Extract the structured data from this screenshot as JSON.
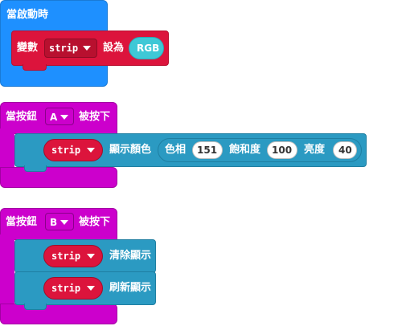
{
  "block1": {
    "hat_label": "當啟動時",
    "set_label": "變數",
    "var_name": "strip",
    "to_label": "設為",
    "value": "RGB"
  },
  "block2": {
    "hat_label": "當按鈕",
    "button": "A",
    "pressed_label": "被按下",
    "var_name": "strip",
    "action_label": "顯示顏色",
    "hsl": {
      "hue_label": "色相",
      "hue": "151",
      "sat_label": "飽和度",
      "sat": "100",
      "lum_label": "亮度",
      "lum": "40"
    }
  },
  "block3": {
    "hat_label": "當按鈕",
    "button": "B",
    "pressed_label": "被按下",
    "stmt1": {
      "var_name": "strip",
      "label": "清除顯示"
    },
    "stmt2": {
      "var_name": "strip",
      "label": "刷新顯示"
    }
  },
  "colors": {
    "events_blue": "#1e90ff",
    "input_magenta": "#cc00cc",
    "variables_red": "#dc143c",
    "neopixel_teal": "#2b9ac2",
    "value_cyan": "#3ec8d6"
  },
  "icons": {
    "dropdown": "caret-down-icon"
  }
}
